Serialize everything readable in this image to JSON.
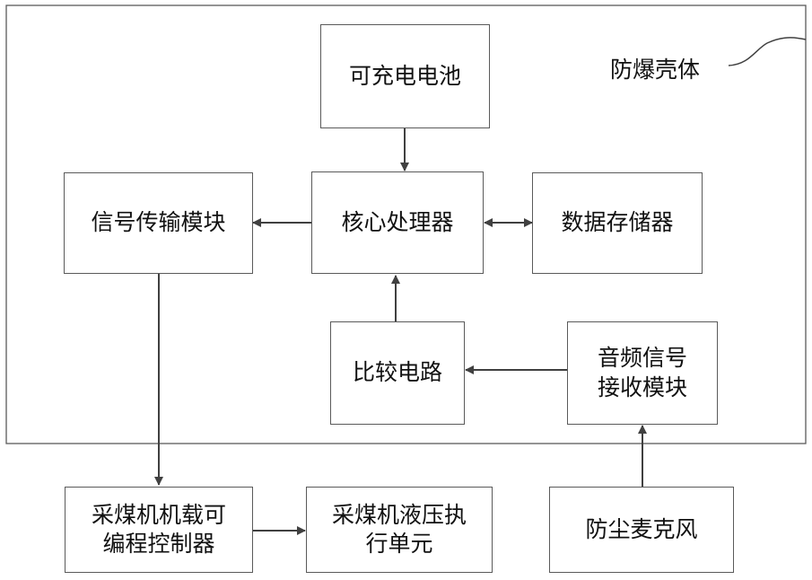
{
  "housing_label": "防爆壳体",
  "blocks": {
    "battery": "可充电电池",
    "signal_tx": "信号传输模块",
    "processor": "核心处理器",
    "storage": "数据存储器",
    "comparator": "比较电路",
    "audio_rx": [
      "音频信号",
      "接收模块"
    ],
    "plc": [
      "采煤机机载可",
      "编程控制器"
    ],
    "hydraulic": [
      "采煤机液压执",
      "行单元"
    ],
    "microphone": "防尘麦克风"
  },
  "colors": {
    "line": "#404040",
    "border": "#5a5a5a",
    "text": "#111111"
  }
}
